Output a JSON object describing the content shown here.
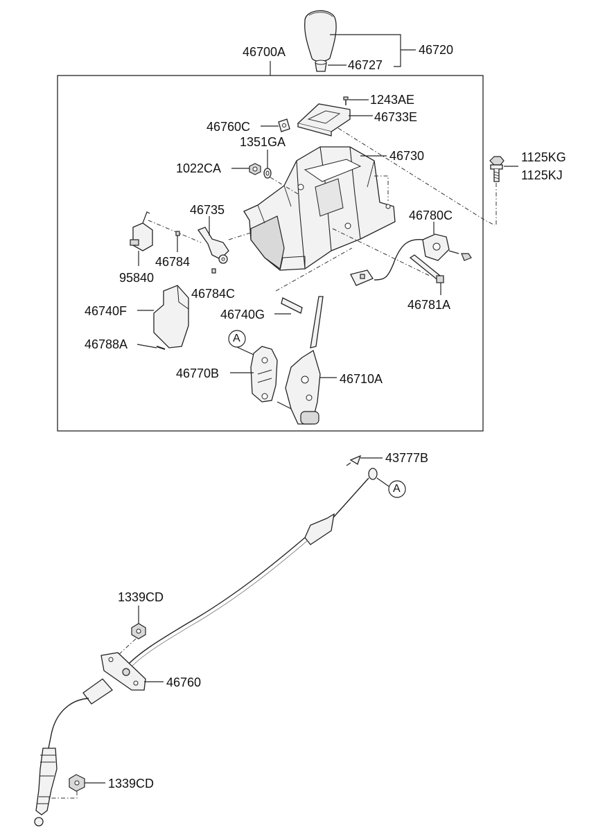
{
  "diagram": {
    "callouts": {
      "p46700A": "46700A",
      "p46720": "46720",
      "p46727": "46727",
      "p1243AE": "1243AE",
      "p46733E": "46733E",
      "p46760C": "46760C",
      "p1351GA": "1351GA",
      "p46730": "46730",
      "p1022CA": "1022CA",
      "p1125KG": "1125KG",
      "p1125KJ": "1125KJ",
      "p46735": "46735",
      "p46780C": "46780C",
      "p46784": "46784",
      "p95840": "95840",
      "p46784C": "46784C",
      "p46781A": "46781A",
      "p46740F": "46740F",
      "p46740G": "46740G",
      "p46788A": "46788A",
      "p46770B": "46770B",
      "p46710A": "46710A",
      "p43777B": "43777B",
      "p1339CD_top": "1339CD",
      "p46760": "46760",
      "p1339CD_bottom": "1339CD"
    },
    "reference_marks": {
      "a_upper": "A",
      "a_lower": "A"
    }
  }
}
